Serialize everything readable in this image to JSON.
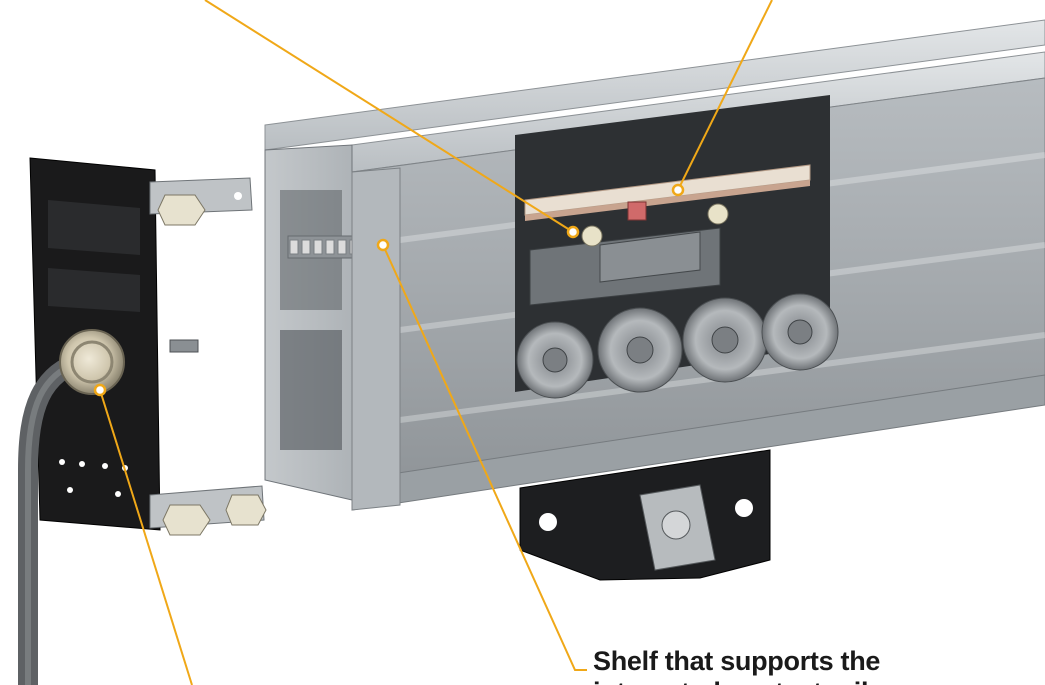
{
  "figure": {
    "callouts": [
      {
        "id": "shelf",
        "text": "Shelf that supports the",
        "text_second_line": "integrated contact rail"
      }
    ],
    "colors": {
      "leader": "#f0a818",
      "label": "#1a1a1a",
      "rail_light": "#cdd1d4",
      "rail_mid": "#a9aeb2",
      "rail_dark": "#6b7074",
      "bracket": "#1b1b1b",
      "roller": "#8c9094"
    }
  }
}
